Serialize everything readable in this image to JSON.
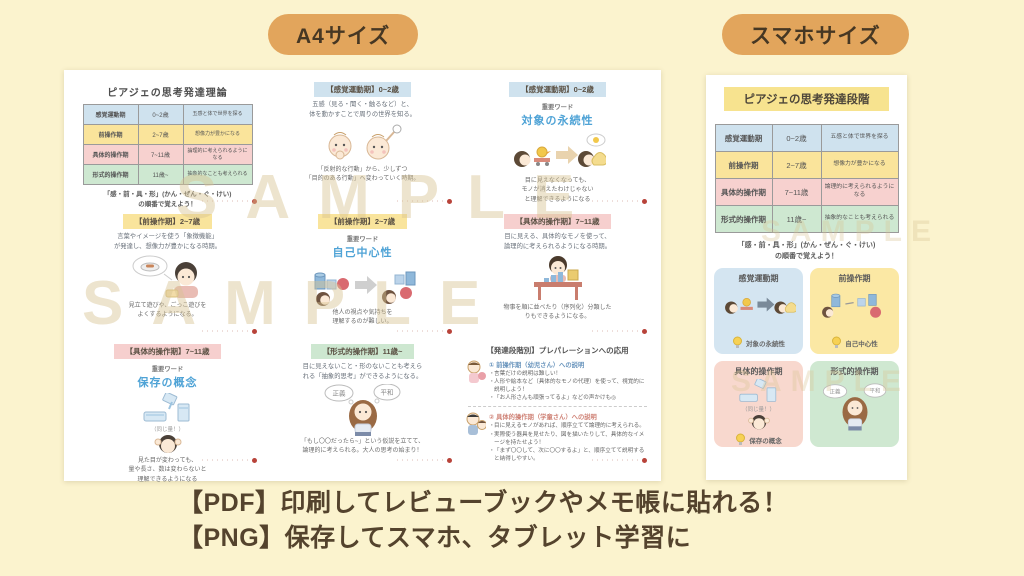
{
  "palette": {
    "background": "#FBF3CE",
    "badge": "#E2A55C",
    "row_blue": "#CFE2EE",
    "row_yellow": "#FAE49B",
    "row_pink": "#F7D1CF",
    "row_green": "#CEE8D1",
    "keyword_blue": "#4FA3D6",
    "footer_text": "#54432D",
    "watermark": "#D9C493"
  },
  "badges": {
    "a4": "A4サイズ",
    "phone": "スマホサイズ"
  },
  "stage_table": {
    "rows": [
      {
        "stage": "感覚運動期",
        "age": "0~2歳",
        "desc": "五感と体で世界を探る"
      },
      {
        "stage": "前操作期",
        "age": "2~7歳",
        "desc": "想像力が豊かになる"
      },
      {
        "stage": "具体的操作期",
        "age": "7~11歳",
        "desc": "論理的に考えられるようになる"
      },
      {
        "stage": "形式的操作期",
        "age": "11歳~",
        "desc": "抽象的なことも考えられる"
      }
    ]
  },
  "notes": {
    "same_amount": "（同じ量！）"
  },
  "a4": {
    "title": "ピアジェの思考発達理論",
    "mnemonic1": "「感・前・具・形」(かん・ぜん・ぐ・けい)",
    "mnemonic2": "の順番で覚えよう！",
    "watermark": "SAMPLE",
    "credit": "・・・・・・・・・・",
    "sections": {
      "sensorimotor": {
        "ribbon": "【感覚運動期】0~2歳",
        "line1": "五感（見る・聞く・触るなど）と、",
        "line2": "体を動かすことで周りの世界を知る。",
        "cap1": "「反射的な行動」から、少しずつ",
        "cap2": "「目的のある行動」へ変わっていく時期。"
      },
      "preop_left": {
        "ribbon": "【前操作期】2~7歳",
        "line1": "言葉やイメージを使う「象徴機能」",
        "line2": "が発達し、想像力が豊かになる時期。",
        "cap1": "見立て遊びや、ごっこ遊びを",
        "cap2": "よくするようになる。"
      },
      "preop_key": {
        "ribbon": "【前操作期】2~7歳",
        "kw_label": "重要ワード",
        "keyword": "自己中心性",
        "cap1": "他人の視点や気持ちを",
        "cap2": "理解するのが難しい。"
      },
      "objperm": {
        "ribbon": "【感覚運動期】0~2歳",
        "kw_label": "重要ワード",
        "keyword": "対象の永続性",
        "cap1": "目に見えなくなっても、",
        "cap2": "モノが消えたわけじゃない",
        "cap3": "と理解できるようになる"
      },
      "concrete": {
        "ribbon": "【具体的操作期】7~11歳",
        "line1": "目に見える、具体的なモノを使って、",
        "line2": "論理的に考えられるようになる時期。",
        "cap1": "物事を順に並べたり（序列化）分類した",
        "cap2": "りもできるようになる。"
      },
      "conservation": {
        "ribbon": "【具体的操作期】7~11歳",
        "kw_label": "重要ワード",
        "keyword": "保存の概念",
        "cap1": "見た目が変わっても、",
        "cap2": "量や長さ、数は変わらないと",
        "cap3": "理解できるようになる"
      },
      "formal": {
        "ribbon": "【形式的操作期】11歳~",
        "line1": "目に見えないこと・形のないことも考えら",
        "line2": "れる「抽象的思考」ができるようになる。",
        "bubble1": "正義",
        "bubble2": "平和",
        "cap1": "「もし〇〇だったら~」という仮説を立てて、",
        "cap2": "論理的に考えられる。大人の思考の始まり！"
      },
      "prep": {
        "title": "【発達段階別】プレパレーションへの応用",
        "sub1_head": "① 前操作期（幼児さん）への説明",
        "sub1_bullets": [
          "言葉だけの説明は難しい！",
          "人形や絵本など（具体的なモノの代理）を使って、視覚的に説明しよう！",
          "「お人形さんも頑張ってるよ」などの声かけも◎"
        ],
        "sub2_head": "② 具体的操作期（学童さん）への説明",
        "sub2_bullets": [
          "目に見えるモノがあれば、順序立てて論理的に考えられる。",
          "実際使う器具を見せたり、図を描いたりして、具体的なイメージを持たせよう！",
          "「まず〇〇して、次に〇〇するよ」と、順序立てて説明すると納得しやすい。"
        ]
      }
    }
  },
  "phone": {
    "title": "ピアジェの思考発達段階",
    "mnemonic1": "「感・前・具・形」(かん・ぜん・ぐ・けい)",
    "mnemonic2": "の順番で覚えよう！",
    "cards": [
      {
        "title": "感覚運動期",
        "keyword": "対象の永続性"
      },
      {
        "title": "前操作期",
        "keyword": "自己中心性"
      },
      {
        "title": "具体的操作期",
        "keyword": "保存の概念"
      },
      {
        "title": "形式的操作期",
        "keyword": ""
      }
    ]
  },
  "footer": {
    "line1": "【PDF】印刷してレビューブックやメモ帳に貼れる！",
    "line2": "【PNG】保存してスマホ、タブレット学習に"
  }
}
